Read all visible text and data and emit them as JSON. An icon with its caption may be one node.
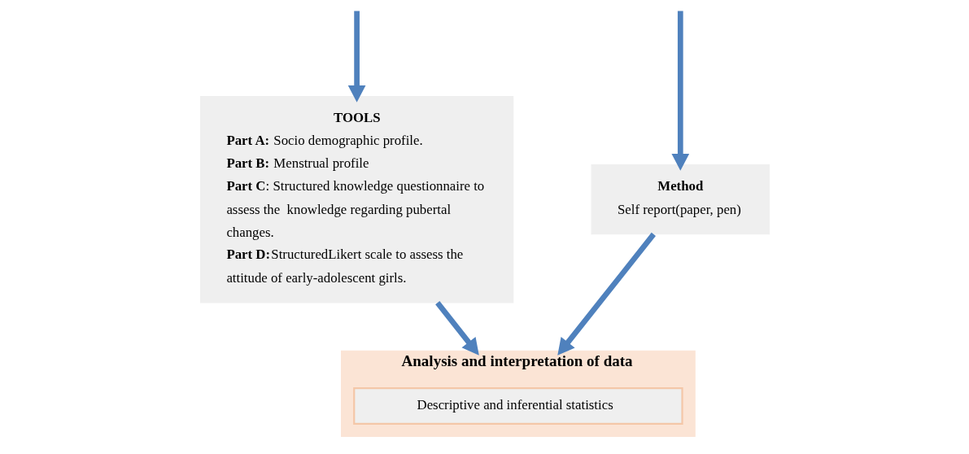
{
  "diagram": {
    "nodes": [
      {
        "text": [
          "TOOLS",
          "**Part A:** Socio demographic profile.",
          "**Part B:** Menstrual profile",
          "**Part C**: Structured knowledge questionnaire to assess the  knowledge regarding pubertal changes.",
          "**Part D:**StructuredLikert scale to assess the attitude of early-adolescent girls."
        ]
      },
      {
        "text": [
          "Method",
          "Self report(paper, pen)"
        ]
      },
      {
        "text": [
          "Analysis and interpretation of data"
        ]
      },
      {
        "text": [
          "Descriptive and inferential statistics"
        ],
        "in": 2
      }
    ],
    "edges": [
      {
        "from": null,
        "to": 0,
        "arrow": "to"
      },
      {
        "from": null,
        "to": 1,
        "arrow": "to"
      },
      {
        "from": 0,
        "to": 2,
        "arrow": "to"
      },
      {
        "from": 1,
        "to": 2,
        "arrow": "to"
      }
    ]
  }
}
